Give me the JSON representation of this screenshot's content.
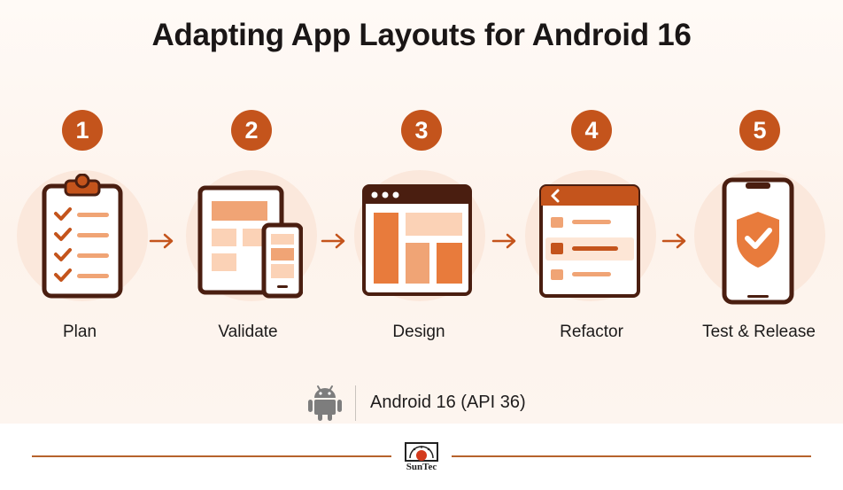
{
  "title": "Adapting App Layouts for Android 16",
  "steps": [
    {
      "number": "1",
      "label": "Plan",
      "icon": "clipboard-checklist-icon"
    },
    {
      "number": "2",
      "label": "Validate",
      "icon": "tablet-phone-icon"
    },
    {
      "number": "3",
      "label": "Design",
      "icon": "browser-layout-icon"
    },
    {
      "number": "4",
      "label": "Refactor",
      "icon": "app-list-screen-icon"
    },
    {
      "number": "5",
      "label": "Test & Release",
      "icon": "phone-shield-check-icon"
    }
  ],
  "footer": {
    "platform_label": "Android 16 (API 36)",
    "platform_icon": "android-robot-icon",
    "logo_text": "SunTec"
  },
  "colors": {
    "accent": "#c4541c",
    "icon_fill": "#f0a475",
    "icon_light": "#fbd2b6",
    "outline": "#4a1e10",
    "circle_bg": "#fbe8dc"
  }
}
